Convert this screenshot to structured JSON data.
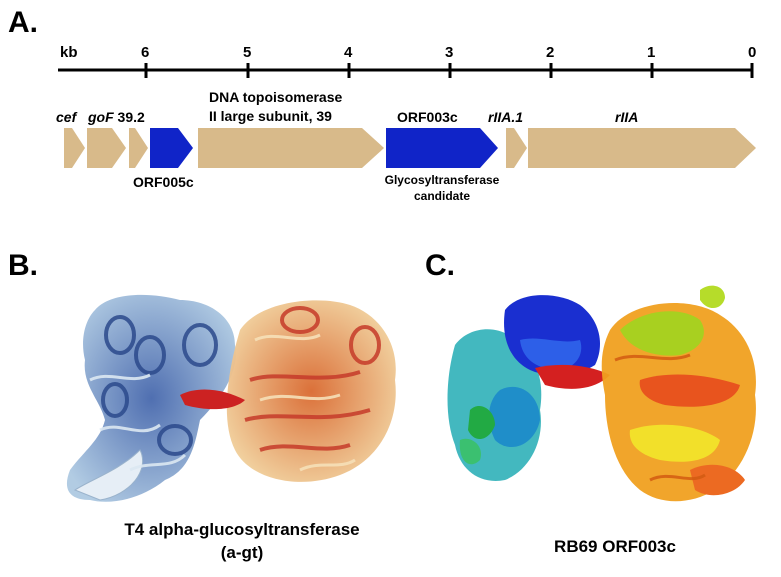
{
  "panels": {
    "a": "A.",
    "b": "B.",
    "c": "C."
  },
  "scale": {
    "unit": "kb",
    "ticks": [
      "6",
      "5",
      "4",
      "3",
      "2",
      "1",
      "0"
    ]
  },
  "colors": {
    "gene_default": "#d8ba8a",
    "gene_highlight": "#1024c8"
  },
  "genes": {
    "cef": "cef",
    "gof_italic": "goF",
    "gof_rest": " 39.2",
    "orf005c": "ORF005c",
    "topo_line1": "DNA topoisomerase",
    "topo_line2": "II large subunit, 39",
    "orf003c": "ORF003c",
    "orf003c_note_line1": "Glycosyltransferase",
    "orf003c_note_line2": "candidate",
    "rlla1": "rIIA.1",
    "rlla": "rIIA"
  },
  "captions": {
    "b_line1": "T4 alpha-glucosyltransferase",
    "b_line2": "(a-gt)",
    "c": "RB69 ORF003c"
  }
}
